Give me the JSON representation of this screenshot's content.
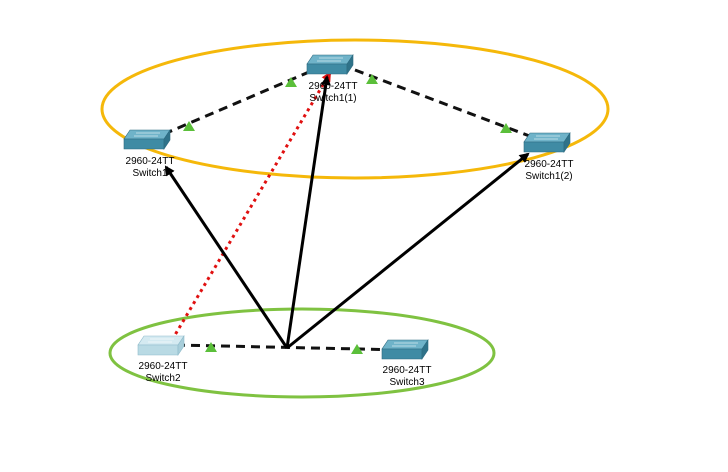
{
  "colors": {
    "top_ring": "#f5b80a",
    "bottom_ring": "#7fc241",
    "link_dashed": "#111111",
    "link_red": "#e01010",
    "arrow": "#000000",
    "status_up": "#5bbf3a",
    "switch_body": "#3f8ba4",
    "switch_top": "#6fb3c9",
    "switch_faded": "#b9dae4"
  },
  "devices": [
    {
      "id": "sw-switch1",
      "model": "2960-24TT",
      "name": "Switch1",
      "icon": "switch-icon"
    },
    {
      "id": "sw-switch1-1",
      "model": "2960-24TT",
      "name": "Switch1(1)",
      "icon": "switch-icon"
    },
    {
      "id": "sw-switch1-2",
      "model": "2960-24TT",
      "name": "Switch1(2)",
      "icon": "switch-icon"
    },
    {
      "id": "sw-switch2",
      "model": "2960-24TT",
      "name": "Switch2",
      "icon": "switch-icon",
      "faded": true
    },
    {
      "id": "sw-switch3",
      "model": "2960-24TT",
      "name": "Switch3",
      "icon": "switch-icon"
    }
  ]
}
